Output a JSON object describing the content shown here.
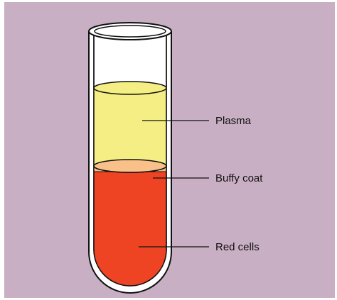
{
  "labels": {
    "plasma": "Plasma",
    "buffy_coat": "Buffy coat",
    "red_cells": "Red cells"
  },
  "colors": {
    "background": "#c9afc4",
    "tube_glass": "#ffffff",
    "tube_outline": "#111111",
    "plasma": "#f5ee84",
    "buffy_coat": "#f9c089",
    "red_cells": "#ee4424"
  }
}
